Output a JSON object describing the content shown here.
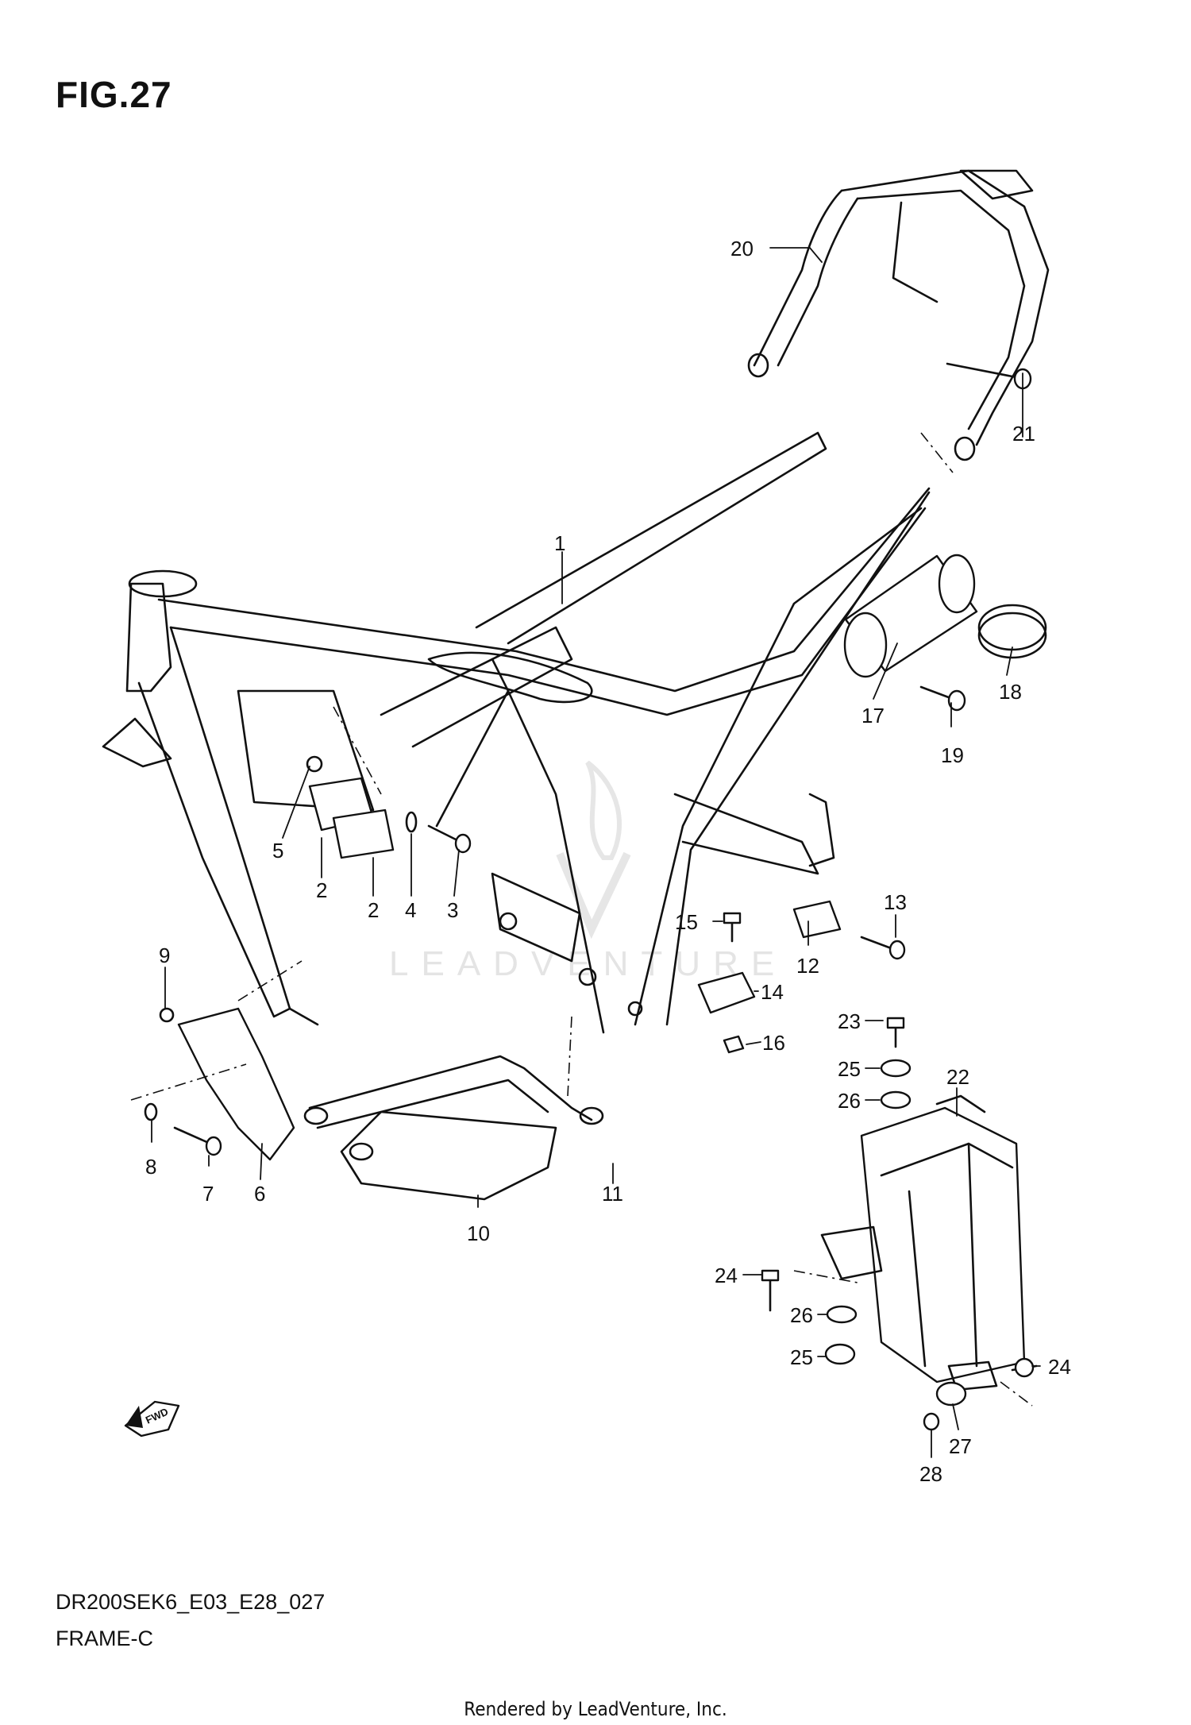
{
  "figure": {
    "title": "FIG.27",
    "model_code": "DR200SEK6_E03_E28_027",
    "section_name": "FRAME-C",
    "footer": "Rendered by LeadVenture, Inc.",
    "watermark": "LEADVENTURE",
    "fwd_label": "FWD"
  },
  "callouts": [
    {
      "id": "c1",
      "label": "1"
    },
    {
      "id": "c2a",
      "label": "2"
    },
    {
      "id": "c2b",
      "label": "2"
    },
    {
      "id": "c3",
      "label": "3"
    },
    {
      "id": "c4",
      "label": "4"
    },
    {
      "id": "c5",
      "label": "5"
    },
    {
      "id": "c6",
      "label": "6"
    },
    {
      "id": "c7",
      "label": "7"
    },
    {
      "id": "c8",
      "label": "8"
    },
    {
      "id": "c9",
      "label": "9"
    },
    {
      "id": "c10",
      "label": "10"
    },
    {
      "id": "c11",
      "label": "11"
    },
    {
      "id": "c12",
      "label": "12"
    },
    {
      "id": "c13",
      "label": "13"
    },
    {
      "id": "c14",
      "label": "14"
    },
    {
      "id": "c15",
      "label": "15"
    },
    {
      "id": "c16",
      "label": "16"
    },
    {
      "id": "c17",
      "label": "17"
    },
    {
      "id": "c18",
      "label": "18"
    },
    {
      "id": "c19",
      "label": "19"
    },
    {
      "id": "c20",
      "label": "20"
    },
    {
      "id": "c21",
      "label": "21"
    },
    {
      "id": "c22",
      "label": "22"
    },
    {
      "id": "c23",
      "label": "23"
    },
    {
      "id": "c24a",
      "label": "24"
    },
    {
      "id": "c24b",
      "label": "24"
    },
    {
      "id": "c25a",
      "label": "25"
    },
    {
      "id": "c25b",
      "label": "25"
    },
    {
      "id": "c26a",
      "label": "26"
    },
    {
      "id": "c26b",
      "label": "26"
    },
    {
      "id": "c27",
      "label": "27"
    },
    {
      "id": "c28",
      "label": "28"
    }
  ]
}
